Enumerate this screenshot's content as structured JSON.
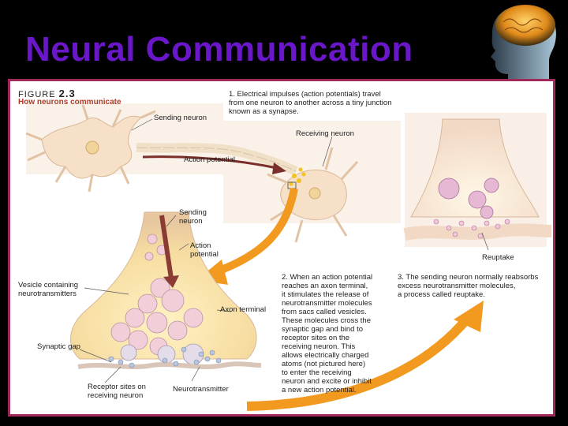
{
  "slide": {
    "title": "Neural Communication"
  },
  "figure": {
    "number_prefix": "FIGURE",
    "number": "2.3",
    "subtitle": "How neurons communicate"
  },
  "steps": {
    "step1": "1. Electrical impulses (action potentials) travel\nfrom one neuron to another across a tiny junction\nknown as a synapse.",
    "step2": "2. When an action potential\nreaches an axon terminal,\nit stimulates the release of\nneurotransmitter molecules\nfrom sacs called vesicles.\nThese molecules cross the\nsynaptic gap and bind to\nreceptor sites on the\nreceiving neuron. This\nallows electrically charged\natoms (not pictured here)\nto enter the receiving\nneuron and excite or inhibit\na new action potential.",
    "step3": "3. The sending neuron normally reabsorbs\nexcess neurotransmitter molecules,\na process called reuptake."
  },
  "labels": {
    "sending_neuron_top": "Sending neuron",
    "receiving_neuron": "Receiving neuron",
    "action_potential_top": "Action potential",
    "sending_neuron_mid": "Sending\nneuron",
    "action_potential_mid": "Action\npotential",
    "vesicle": "Vesicle containing\nneurotransmitters",
    "axon_terminal": "Axon terminal",
    "synaptic_gap": "Synaptic gap",
    "receptor_sites": "Receptor sites on\nreceiving neuron",
    "neurotransmitter": "Neurotransmitter",
    "reuptake": "Reuptake"
  },
  "colors": {
    "title": "#6a17c9",
    "frame": "#a0285a",
    "arrow": "#f29a1f",
    "subtitle": "#b13b22"
  }
}
